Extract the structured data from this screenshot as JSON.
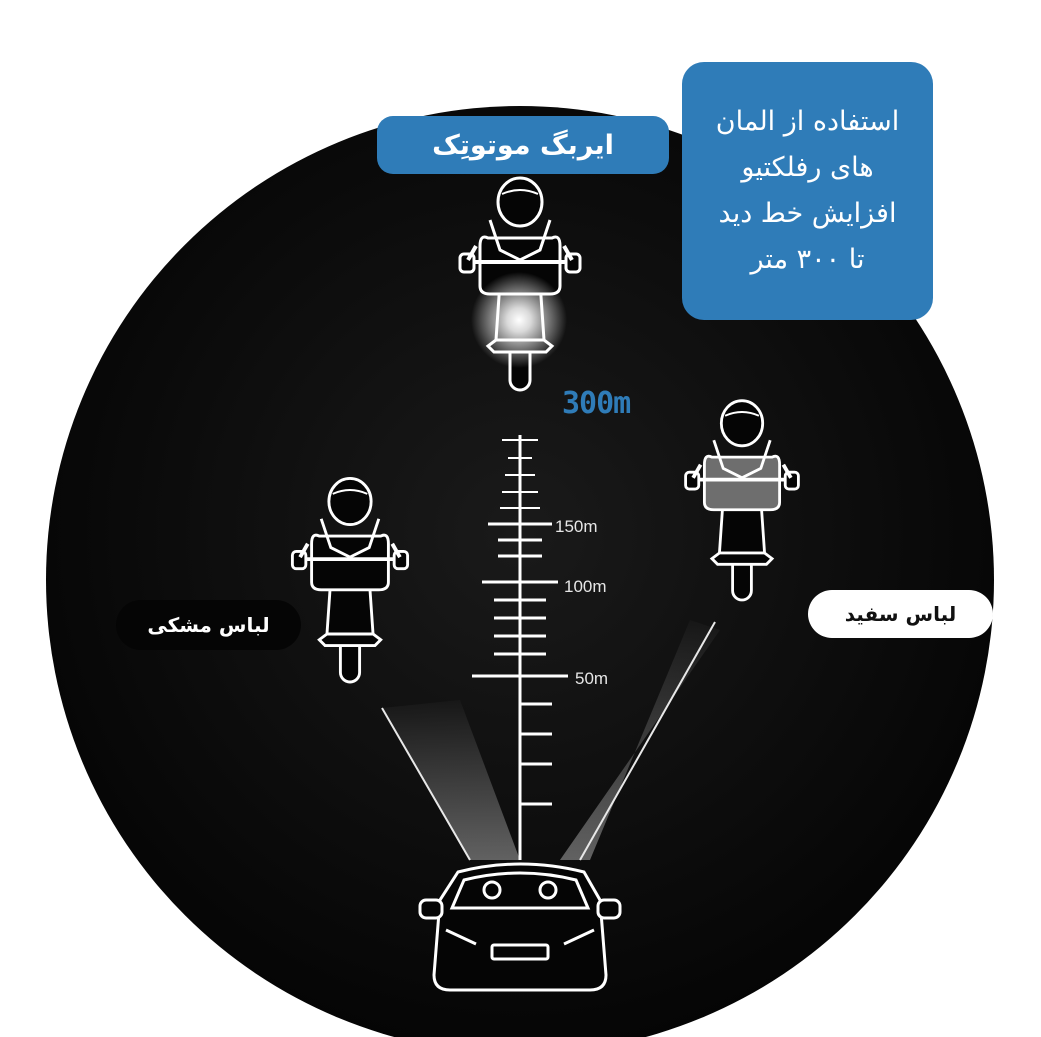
{
  "title": "ایربگ موتوتِک",
  "info": "استفاده از المان\nهای رفلکتیو\nافزایش خط دید\nتا ۳۰۰ متر",
  "labels": {
    "black_clothes": "لباس مشکی",
    "white_clothes": "لباس سفید"
  },
  "distances": {
    "max": "300m",
    "m150": "150m",
    "m100": "100m",
    "m50": "50m"
  },
  "colors": {
    "accent_blue": "#2f7cb8",
    "background_dark": "#0b0b0b",
    "line_white": "#ffffff",
    "jacket_gray": "#6e6e6e"
  },
  "icons": [
    "motorcycle-rider-icon",
    "car-icon",
    "headlight-glow-icon"
  ]
}
